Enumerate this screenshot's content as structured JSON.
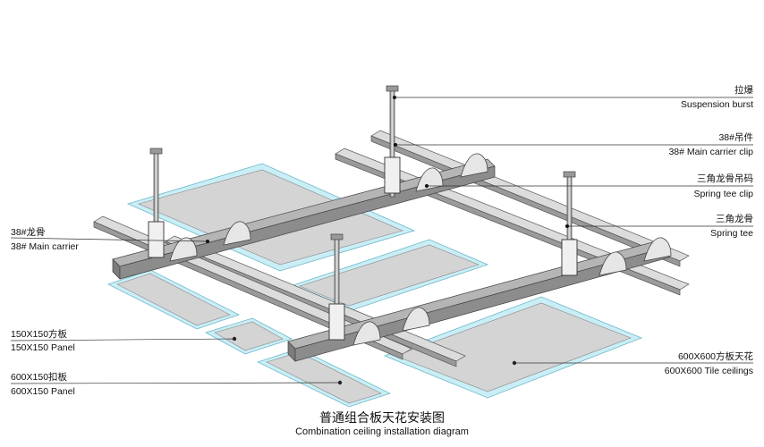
{
  "labels": {
    "suspension": {
      "zh": "拉爆",
      "en": "Suspension burst"
    },
    "main_carrier_clip": {
      "zh": "38#吊件",
      "en": "38# Main carrier clip"
    },
    "spring_tee_clip": {
      "zh": "三角龙骨吊码",
      "en": "Spring tee clip"
    },
    "spring_tee": {
      "zh": "三角龙骨",
      "en": "Spring tee"
    },
    "main_carrier": {
      "zh": "38#龙骨",
      "en": "38# Main carrier"
    },
    "panel_150": {
      "zh": "150X150方板",
      "en": "150X150 Panel"
    },
    "panel_600x150": {
      "zh": "600X150扣板",
      "en": "600X150 Panel"
    },
    "tile_600": {
      "zh": "600X600方板天花",
      "en": "600X600 Tile ceilings"
    }
  },
  "title": {
    "zh": "普通组合板天花安装图",
    "en": "Combination ceiling installation diagram"
  },
  "colors": {
    "panel_fill": "#d4d4d4",
    "panel_edge": "#c9eef6",
    "metal_light": "#e4e4e4",
    "metal_mid": "#b5b5b5",
    "metal_dark": "#7c7c7c",
    "line": "#333333"
  }
}
